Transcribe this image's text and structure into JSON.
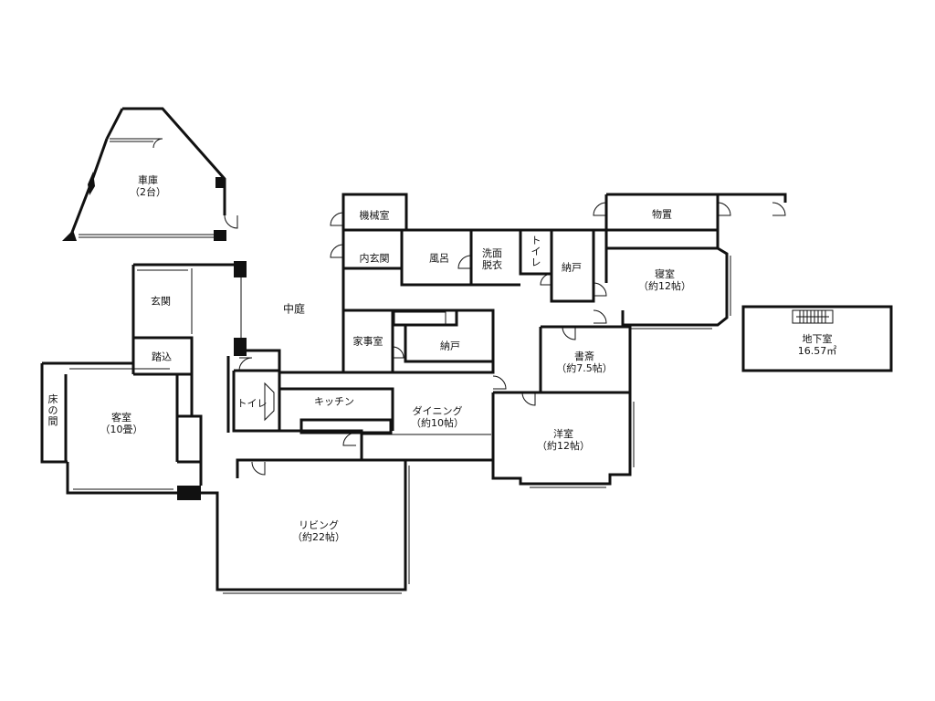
{
  "plan": {
    "garage": {
      "name": "車庫",
      "sub": "（2台）"
    },
    "machine_room": {
      "name": "機械室"
    },
    "storage": {
      "name": "物置"
    },
    "inner_entry": {
      "name": "内玄関"
    },
    "bath": {
      "name": "風呂"
    },
    "washroom": {
      "name": "洗面\n脱衣"
    },
    "toilet_1": {
      "name": "トイレ"
    },
    "closet_1": {
      "name": "納戸"
    },
    "bedroom": {
      "name": "寝室",
      "sub": "（約12帖）"
    },
    "courtyard": {
      "name": "中庭"
    },
    "entrance": {
      "name": "玄関"
    },
    "housework": {
      "name": "家事室"
    },
    "closet_2": {
      "name": "納戸"
    },
    "study": {
      "name": "書斎",
      "sub": "（約7.5帖）"
    },
    "basement": {
      "name": "地下室",
      "sub": "16.57㎡"
    },
    "step_in": {
      "name": "踏込"
    },
    "toilet_2": {
      "name": "トイレ"
    },
    "kitchen": {
      "name": "キッチン"
    },
    "dining": {
      "name": "ダイニング",
      "sub": "（約10帖）"
    },
    "tokonoma": {
      "name": "床の間"
    },
    "guest_room": {
      "name": "客室",
      "sub": "（10畳）"
    },
    "western_room": {
      "name": "洋室",
      "sub": "（約12帖）"
    },
    "living": {
      "name": "リビング",
      "sub": "（約22帖）"
    }
  }
}
